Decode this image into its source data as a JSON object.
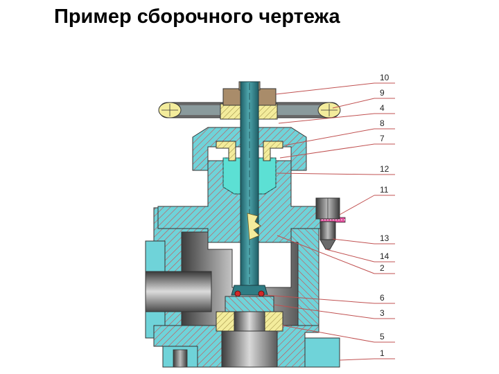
{
  "title": "Пример сборочного чертежа",
  "callouts": [
    "10",
    "9",
    "4",
    "8",
    "7",
    "12",
    "11",
    "13",
    "14",
    "2",
    "6",
    "3",
    "5",
    "1"
  ],
  "colors": {
    "body_cyan": "#6fd3d9",
    "hatch_red": "#d24a4a",
    "stem_teal": "#2f7c84",
    "handle_yellow": "#f3ec9c",
    "gasket_pink": "#e04c9a",
    "leader_line": "#c05050"
  }
}
